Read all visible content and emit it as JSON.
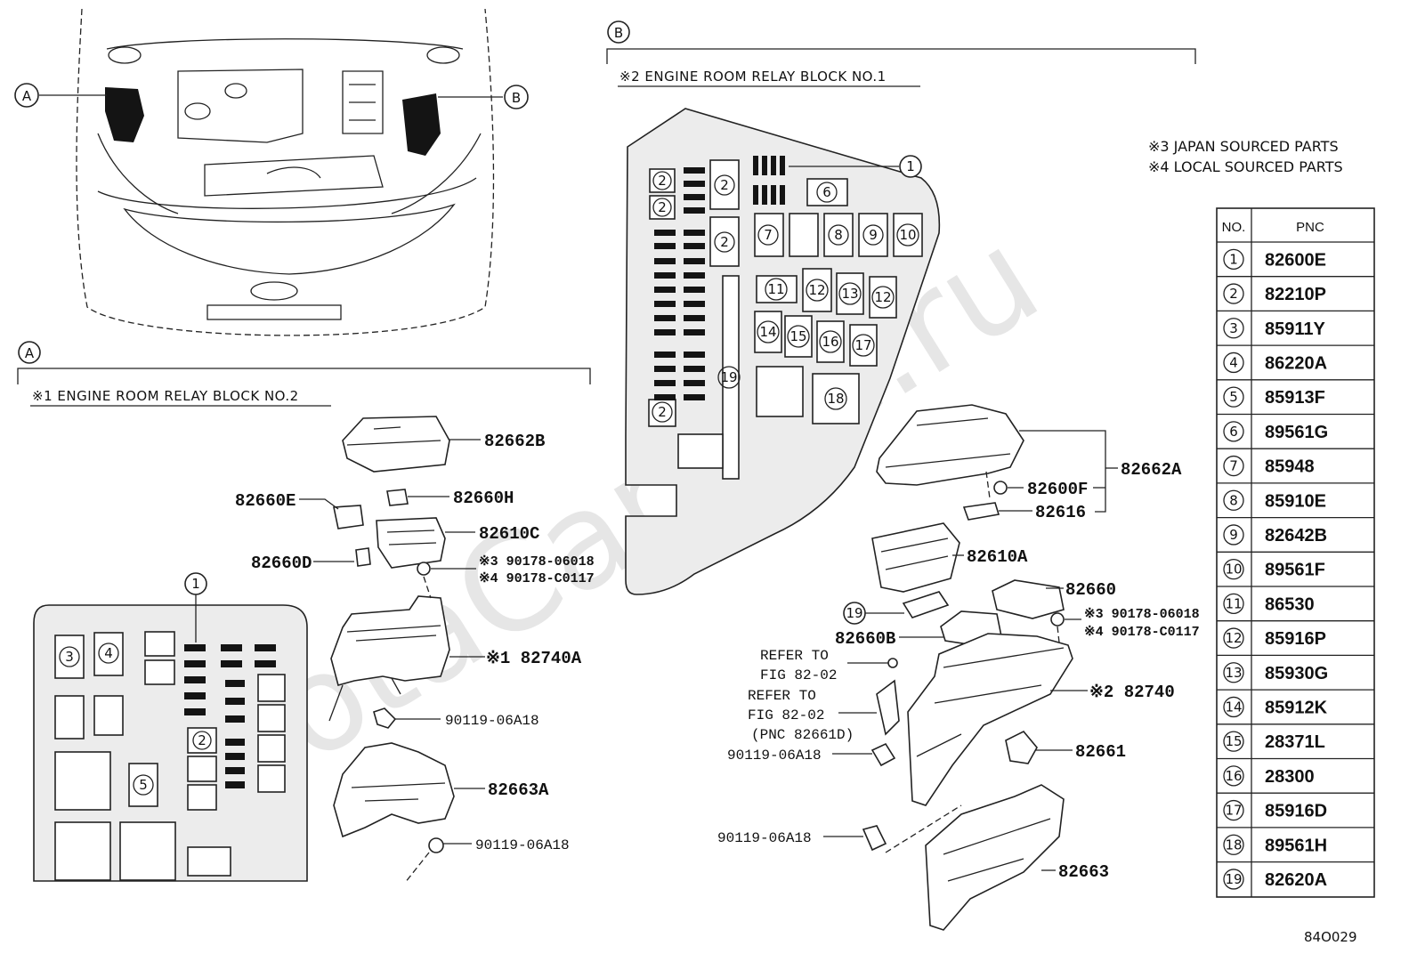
{
  "watermark": "ToyotaCarline.ru",
  "callouts": {
    "a": "A",
    "b": "B"
  },
  "sections": {
    "a_title": "※1 ENGINE ROOM RELAY BLOCK NO.2",
    "b_title": "※2 ENGINE ROOM RELAY BLOCK NO.1"
  },
  "notes": [
    "※3 JAPAN SOURCED PARTS",
    "※4 LOCAL SOURCED PARTS"
  ],
  "diagram_code": "84O029",
  "block_a_numbers": [
    "1",
    "2",
    "3",
    "4",
    "5"
  ],
  "block_b_numbers": [
    "1",
    "2",
    "2",
    "2",
    "2",
    "6",
    "7",
    "8",
    "9",
    "10",
    "11",
    "12",
    "13",
    "12",
    "14",
    "15",
    "16",
    "17",
    "18",
    "19"
  ],
  "labels_a": {
    "p82662B": "82662B",
    "p82660H": "82660H",
    "p82660E": "82660E",
    "p82610C": "82610C",
    "p82660D": "82660D",
    "n3_06018": "※3 90178-06018",
    "n4_C0117": "※4 90178-C0117",
    "p82740A": "※1 82740A",
    "bolt1": "90119-06A18",
    "p82663A": "82663A",
    "bolt2": "90119-06A18"
  },
  "labels_b": {
    "p82662A": "82662A",
    "p82600F": "82600F",
    "p82616": "82616",
    "p82610A": "82610A",
    "p82660": "82660",
    "c19": "19",
    "n3_06018": "※3 90178-06018",
    "n4_C0117": "※4 90178-C0117",
    "p82660B": "82660B",
    "refer1a": "REFER TO",
    "refer1b": "FIG 82-02",
    "refer2a": "REFER TO",
    "refer2b": "FIG 82-02",
    "refer2c": "(PNC 82661D)",
    "p82740": "※2 82740",
    "bolt1": "90119-06A18",
    "p82661": "82661",
    "bolt2": "90119-06A18",
    "p82663": "82663"
  },
  "table": {
    "headers": [
      "NO.",
      "PNC"
    ],
    "rows": [
      {
        "no": "1",
        "pnc": "82600E"
      },
      {
        "no": "2",
        "pnc": "82210P"
      },
      {
        "no": "3",
        "pnc": "85911Y"
      },
      {
        "no": "4",
        "pnc": "86220A"
      },
      {
        "no": "5",
        "pnc": "85913F"
      },
      {
        "no": "6",
        "pnc": "89561G"
      },
      {
        "no": "7",
        "pnc": "85948"
      },
      {
        "no": "8",
        "pnc": "85910E"
      },
      {
        "no": "9",
        "pnc": "82642B"
      },
      {
        "no": "10",
        "pnc": "89561F"
      },
      {
        "no": "11",
        "pnc": "86530"
      },
      {
        "no": "12",
        "pnc": "85916P"
      },
      {
        "no": "13",
        "pnc": "85930G"
      },
      {
        "no": "14",
        "pnc": "85912K"
      },
      {
        "no": "15",
        "pnc": "28371L"
      },
      {
        "no": "16",
        "pnc": "28300"
      },
      {
        "no": "17",
        "pnc": "85916D"
      },
      {
        "no": "18",
        "pnc": "89561H"
      },
      {
        "no": "19",
        "pnc": "82620A"
      }
    ]
  }
}
